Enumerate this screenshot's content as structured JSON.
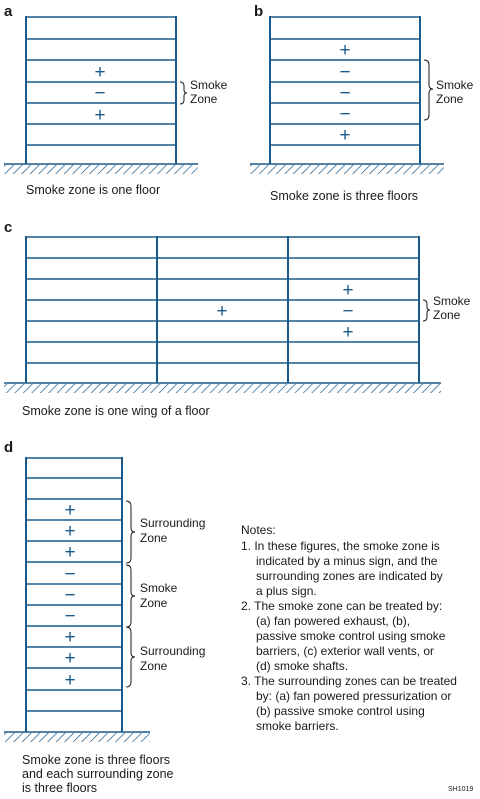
{
  "panels": {
    "a": {
      "letter": "a",
      "caption": "Smoke zone is one floor",
      "zone_label_1": "Smoke",
      "zone_label_2": "Zone",
      "signs": [
        "+",
        "−",
        "+"
      ]
    },
    "b": {
      "letter": "b",
      "caption": "Smoke zone is three floors",
      "zone_label_1": "Smoke",
      "zone_label_2": "Zone",
      "signs": [
        "+",
        "−",
        "−",
        "−",
        "+"
      ]
    },
    "c": {
      "letter": "c",
      "caption": "Smoke zone is one wing of a floor",
      "zone_label_1": "Smoke",
      "zone_label_2": "Zone",
      "middle_sign": "+",
      "right_signs": [
        "+",
        "−",
        "+"
      ]
    },
    "d": {
      "letter": "d",
      "caption_lines": [
        "Smoke zone is three floors",
        "and each surrounding zone",
        "is three floors"
      ],
      "signs": [
        "+",
        "+",
        "+",
        "−",
        "−",
        "−",
        "+",
        "+",
        "+"
      ],
      "zones": [
        {
          "line1": "Surrounding",
          "line2": "Zone"
        },
        {
          "line1": "Smoke",
          "line2": "Zone"
        },
        {
          "line1": "Surrounding",
          "line2": "Zone"
        }
      ]
    }
  },
  "notes": {
    "heading": "Notes:",
    "lines": [
      "1. In these figures, the smoke zone is",
      "indicated by a minus sign, and the",
      "surrounding zones are indicated by",
      "a plus sign.",
      "2. The smoke zone can be treated by:",
      "(a) fan powered exhaust, (b),",
      "passive smoke control using smoke",
      "barriers, (c) exterior wall vents, or",
      "(d) smoke shafts.",
      "3. The surrounding zones can be treated",
      "by: (a) fan powered pressurization or",
      "(b) passive smoke control using",
      "smoke barriers."
    ]
  },
  "figure_code": "SH1019",
  "colors": {
    "structure": "#1a5a8a",
    "text": "#1a1a1a"
  }
}
